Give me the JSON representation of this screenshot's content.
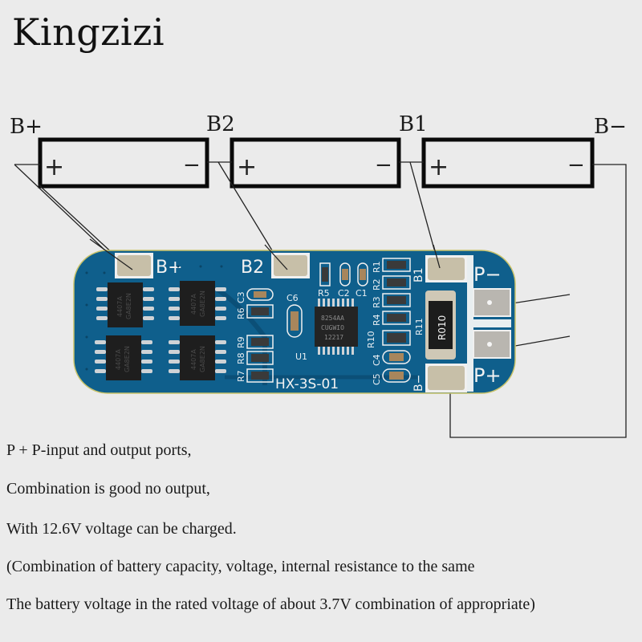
{
  "brand": "Kingzizi",
  "cells": [
    {
      "label": "B+",
      "positive": "+",
      "negative": "−"
    },
    {
      "label": "B2",
      "positive": "+",
      "negative": "−"
    },
    {
      "label": "B1",
      "positive": "+",
      "negative": "−"
    }
  ],
  "terminal_labels": {
    "b_plus": "B+",
    "b2": "B2",
    "b1": "B1",
    "b_minus": "B−"
  },
  "pcb": {
    "model": "HX-3S-01",
    "pad_labels": {
      "b_plus": "B+",
      "b2": "B2",
      "b1": "B1",
      "b_minus": "B−",
      "p_minus": "P−",
      "p_plus": "P+"
    },
    "mosfet_marking": [
      "4407A",
      "GA8E2N"
    ],
    "ic": {
      "ref": "U1",
      "marking": [
        "8254AA",
        "CUGWIO",
        "12217"
      ]
    },
    "sense_resistor": {
      "ref": "R11",
      "marking": "R010"
    },
    "components": {
      "c3": "C3",
      "r6": "R6",
      "r9": "R9",
      "r8": "R8",
      "r7": "R7",
      "c6": "C6",
      "r5": "R5",
      "c2": "C2",
      "c1": "C1",
      "r1": "R1",
      "r2": "R2",
      "r3": "R3",
      "r4": "R4",
      "r10": "R10",
      "c4": "C4",
      "c5": "C5"
    },
    "colors": {
      "board": "#0f5f8c",
      "silk": "#f0f0f0",
      "pad": "#c7bfa8",
      "chip": "#1e1e1e"
    }
  },
  "description": [
    "P + P-input and output ports,",
    "Combination is good no output,",
    "With 12.6V voltage can be charged.",
    "(Combination of battery capacity, voltage, internal resistance to the same",
    "The battery voltage in the rated voltage of about 3.7V combination of appropriate)"
  ]
}
